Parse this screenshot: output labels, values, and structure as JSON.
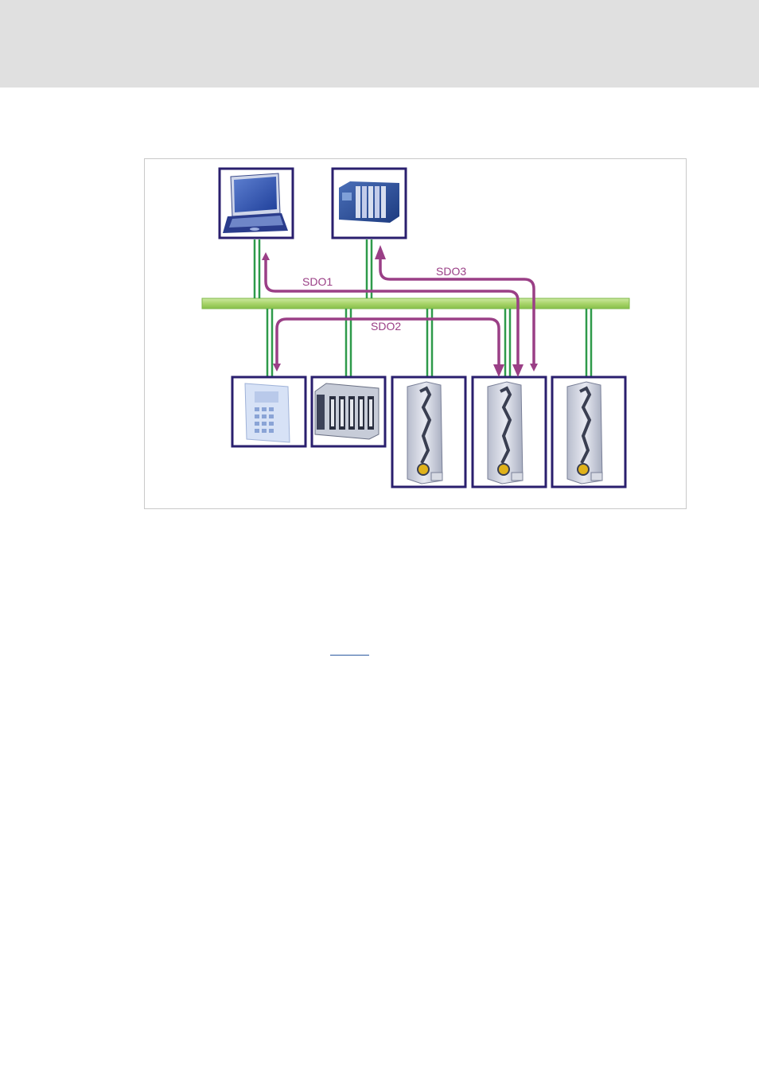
{
  "diagram": {
    "labels": {
      "sdo1": "SDO1",
      "sdo2": "SDO2",
      "sdo3": "SDO3"
    },
    "colors": {
      "frame_border": "#2a1f6e",
      "bus": "#a9d46a",
      "bus_edge": "#6fae3a",
      "drop_line": "#2e9a4a",
      "sdo_arrow": "#9a3f86",
      "header_band": "#e0e0e0"
    },
    "devices": [
      {
        "id": "laptop",
        "icon": "laptop-icon"
      },
      {
        "id": "plc",
        "icon": "plc-rack-icon"
      },
      {
        "id": "hmi-keypad",
        "icon": "keypad-panel-icon"
      },
      {
        "id": "io-module",
        "icon": "io-module-icon"
      },
      {
        "id": "servo-drive-1",
        "icon": "servo-drive-icon"
      },
      {
        "id": "servo-drive-2",
        "icon": "servo-drive-icon"
      },
      {
        "id": "servo-drive-3",
        "icon": "servo-drive-icon"
      }
    ]
  }
}
